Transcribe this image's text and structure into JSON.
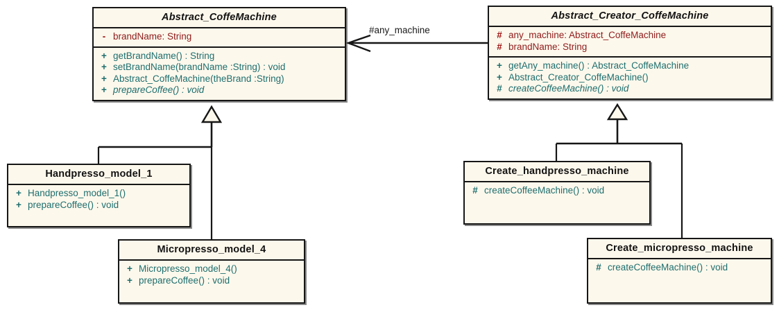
{
  "diagram": {
    "type": "uml-class-diagram",
    "title_abstract_style": "italic",
    "colors": {
      "background": "#ffffff",
      "class_fill": "#fdf8ec",
      "border": "#161616",
      "attribute_text": "#8e1b1b",
      "attribute_visibility": "#9c1414",
      "operation_text": "#1d6e6e",
      "operation_visibility": "#1d6e6e",
      "title_text": "#121212",
      "line": "#161616"
    }
  },
  "classes": {
    "abstract_coffemachine": {
      "name": "Abstract_CoffeMachine",
      "is_abstract": true,
      "attributes": [
        {
          "visibility": "-",
          "text": "brandName:  String"
        }
      ],
      "operations": [
        {
          "visibility": "+",
          "text": "getBrandName() : String",
          "is_abstract": false
        },
        {
          "visibility": "+",
          "text": "setBrandName(brandName :String) : void",
          "is_abstract": false
        },
        {
          "visibility": "+",
          "text": "Abstract_CoffeMachine(theBrand :String)",
          "is_abstract": false
        },
        {
          "visibility": "+",
          "text": "prepareCoffee() : void",
          "is_abstract": true
        }
      ]
    },
    "abstract_creator_coffemachine": {
      "name": "Abstract_Creator_CoffeMachine",
      "is_abstract": true,
      "attributes": [
        {
          "visibility": "#",
          "text": "any_machine:  Abstract_CoffeMachine"
        },
        {
          "visibility": "#",
          "text": "brandName:  String"
        }
      ],
      "operations": [
        {
          "visibility": "+",
          "text": "getAny_machine() : Abstract_CoffeMachine",
          "is_abstract": false
        },
        {
          "visibility": "+",
          "text": "Abstract_Creator_CoffeMachine()",
          "is_abstract": false
        },
        {
          "visibility": "#",
          "text": "createCoffeeMachine() : void",
          "is_abstract": true
        }
      ]
    },
    "handpresso_model_1": {
      "name": "Handpresso_model_1",
      "is_abstract": false,
      "attributes": [],
      "operations": [
        {
          "visibility": "+",
          "text": "Handpresso_model_1()",
          "is_abstract": false
        },
        {
          "visibility": "+",
          "text": "prepareCoffee() : void",
          "is_abstract": false
        }
      ]
    },
    "micropresso_model_4": {
      "name": "Micropresso_model_4",
      "is_abstract": false,
      "attributes": [],
      "operations": [
        {
          "visibility": "+",
          "text": "Micropresso_model_4()",
          "is_abstract": false
        },
        {
          "visibility": "+",
          "text": "prepareCoffee() : void",
          "is_abstract": false
        }
      ]
    },
    "create_handpresso_machine": {
      "name": "Create_handpresso_machine",
      "is_abstract": false,
      "attributes": [],
      "operations": [
        {
          "visibility": "#",
          "text": "createCoffeeMachine() : void",
          "is_abstract": false
        }
      ]
    },
    "create_micropresso_machine": {
      "name": "Create_micropresso_machine",
      "is_abstract": false,
      "attributes": [],
      "operations": [
        {
          "visibility": "#",
          "text": "createCoffeeMachine() : void",
          "is_abstract": false
        }
      ]
    }
  },
  "relationships": {
    "association_any_machine": {
      "label": "#any_machine",
      "kind": "association",
      "arrow": "open",
      "from": "Abstract_Creator_CoffeMachine",
      "to": "Abstract_CoffeMachine"
    },
    "generalizations": [
      {
        "from": "Handpresso_model_1",
        "to": "Abstract_CoffeMachine"
      },
      {
        "from": "Micropresso_model_4",
        "to": "Abstract_CoffeMachine"
      },
      {
        "from": "Create_handpresso_machine",
        "to": "Abstract_Creator_CoffeMachine"
      },
      {
        "from": "Create_micropresso_machine",
        "to": "Abstract_Creator_CoffeMachine"
      }
    ]
  }
}
